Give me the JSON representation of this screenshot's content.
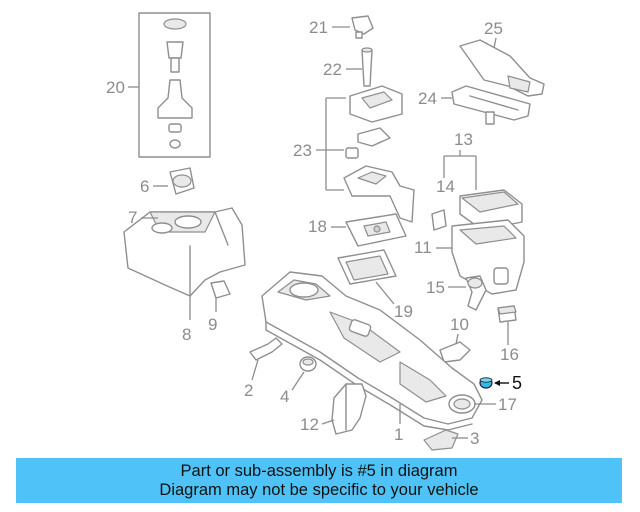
{
  "diagram": {
    "labels": {
      "p1": "1",
      "p2": "2",
      "p3": "3",
      "p4": "4",
      "p5": "5",
      "p6": "6",
      "p7": "7",
      "p8": "8",
      "p9": "9",
      "p10": "10",
      "p11": "11",
      "p12": "12",
      "p13": "13",
      "p14": "14",
      "p15": "15",
      "p16": "16",
      "p17": "17",
      "p18": "18",
      "p19": "19",
      "p20": "20",
      "p21": "21",
      "p22": "22",
      "p23": "23",
      "p24": "24",
      "p25": "25"
    },
    "highlight_color": "#35b7ea"
  },
  "banner": {
    "line1": "Part or sub-assembly is #5 in diagram",
    "line2": "Diagram may not be specific to your vehicle",
    "color": "#4fc3f7"
  }
}
